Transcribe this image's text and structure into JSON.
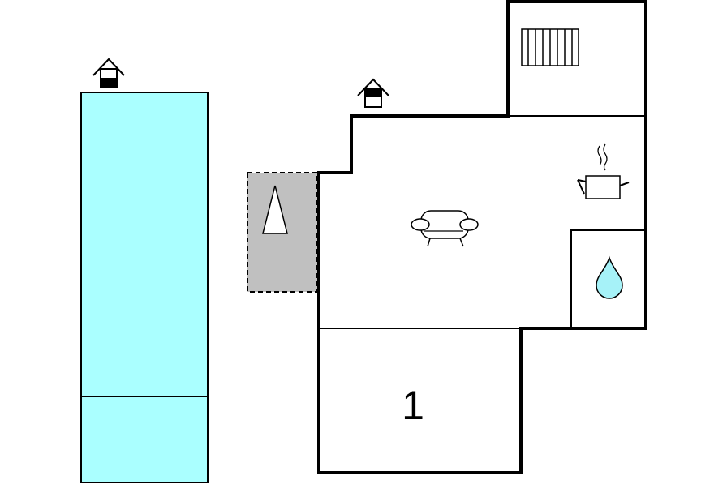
{
  "floorplan": {
    "colors": {
      "background": "#ffffff",
      "wall": "#000000",
      "pool": "#aaffff",
      "terrace": "#c0c0c0",
      "water_drop": "#a6f2f8"
    },
    "rooms": [
      {
        "id": "pool",
        "icon": null,
        "label": ""
      },
      {
        "id": "terrace",
        "icon": "cypress-tree-icon",
        "label": ""
      },
      {
        "id": "living-room",
        "icon": "sofa-icon",
        "label": ""
      },
      {
        "id": "kitchen",
        "icon": "cooking-pot-icon",
        "label": ""
      },
      {
        "id": "bathroom",
        "icon": "water-drop-icon",
        "label": ""
      },
      {
        "id": "bedroom",
        "icon": null,
        "label": "1"
      },
      {
        "id": "storage",
        "icon": "radiator-icon",
        "label": ""
      }
    ],
    "entrances": [
      {
        "icon": "entrance-house-icon",
        "room": "pool"
      },
      {
        "icon": "entrance-house-icon",
        "room": "living-room"
      }
    ],
    "bedroom_number": "1"
  }
}
